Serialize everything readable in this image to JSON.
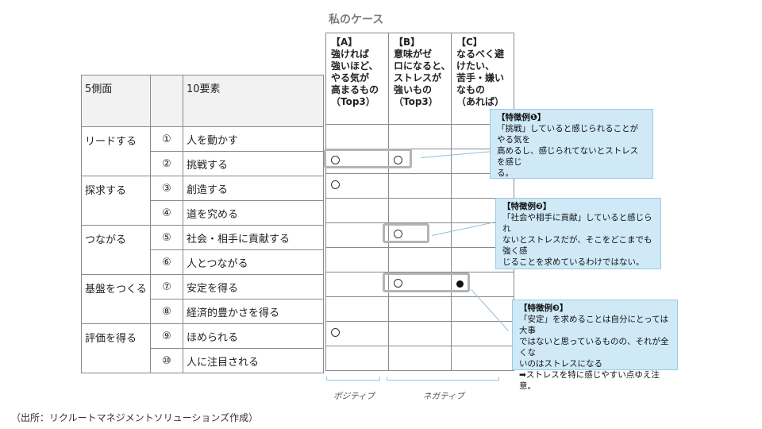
{
  "left_table": {
    "header": {
      "aspect": "5側面",
      "elements": "10要素"
    },
    "groups": [
      {
        "aspect": "リードする",
        "items": [
          {
            "num": "①",
            "label": "人を動かす"
          },
          {
            "num": "②",
            "label": "挑戦する"
          }
        ]
      },
      {
        "aspect": "探求する",
        "items": [
          {
            "num": "③",
            "label": "創造する"
          },
          {
            "num": "④",
            "label": "道を究める"
          }
        ]
      },
      {
        "aspect": "つながる",
        "items": [
          {
            "num": "⑤",
            "label": "社会・相手に貢献する"
          },
          {
            "num": "⑥",
            "label": "人とつながる"
          }
        ]
      },
      {
        "aspect": "基盤をつくる",
        "items": [
          {
            "num": "⑦",
            "label": "安定を得る"
          },
          {
            "num": "⑧",
            "label": "経済的豊かさを得る"
          }
        ]
      },
      {
        "aspect": "評価を得る",
        "items": [
          {
            "num": "⑨",
            "label": "ほめられる"
          },
          {
            "num": "⑩",
            "label": "人に注目される"
          }
        ]
      }
    ]
  },
  "case_table": {
    "title": "私のケース",
    "columns": [
      {
        "code": "【A】",
        "lines": [
          "強ければ",
          "強いほど、",
          "やる気が",
          "高まるもの",
          "（Top3）"
        ]
      },
      {
        "code": "【B】",
        "lines": [
          "意味がゼ",
          "ロになると、",
          "ストレスが",
          "強いもの",
          "（Top3）"
        ]
      },
      {
        "code": "【C】",
        "lines": [
          "なるべく避",
          "けたい、",
          "苦手・嫌い",
          "なもの",
          "（あれば）"
        ]
      }
    ],
    "marks": [
      [
        "",
        "",
        ""
      ],
      [
        "○",
        "○",
        ""
      ],
      [
        "○",
        "",
        ""
      ],
      [
        "",
        "",
        ""
      ],
      [
        "",
        "○",
        ""
      ],
      [
        "",
        "",
        ""
      ],
      [
        "",
        "○",
        "●"
      ],
      [
        "",
        "",
        ""
      ],
      [
        "○",
        "",
        ""
      ],
      [
        "",
        "",
        ""
      ]
    ],
    "bracket_labels": {
      "positive": "ポジティブ",
      "negative": "ネガティブ"
    }
  },
  "callouts": [
    {
      "title": "【特徴例❶】",
      "lines": [
        "「挑戦」していると感じられることがやる気を",
        "高めるし、感じられてないとストレスを感じ",
        "る。"
      ]
    },
    {
      "title": "【特徴例❷】",
      "lines": [
        "「社会や相手に貢献」していると感じられ",
        "ないとストレスだが、そこをどこまでも強く感",
        "じることを求めているわけではない。"
      ]
    },
    {
      "title": "【特徴例❸】",
      "lines": [
        "「安定」を求めることは自分にとっては大事",
        "ではないと思っているものの、それが全くな",
        "いのはストレスになる",
        "➡ストレスを特に感じやすい点ゆえ注意。"
      ]
    }
  ],
  "source": "（出所：リクルートマネジメントソリューションズ作成）",
  "colors": {
    "callout_bg": "#cfe9f7",
    "highlight_border": "#b4b4b4",
    "bracket": "#9bc7de"
  }
}
